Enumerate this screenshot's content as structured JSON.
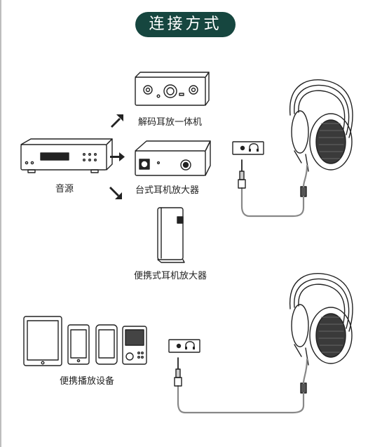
{
  "title": "连接方式",
  "labels": {
    "source": "音源",
    "dac_amp": "解码耳放一体机",
    "desktop_amp": "台式耳机放大器",
    "portable_amp": "便携式耳机放大器",
    "portable_player": "便携播放设备"
  },
  "colors": {
    "title_bg": "#16463f",
    "line": "#222222",
    "cable": "#888888"
  },
  "icons": [
    "headphone-icon",
    "arrow-icon",
    "jack-icon"
  ]
}
